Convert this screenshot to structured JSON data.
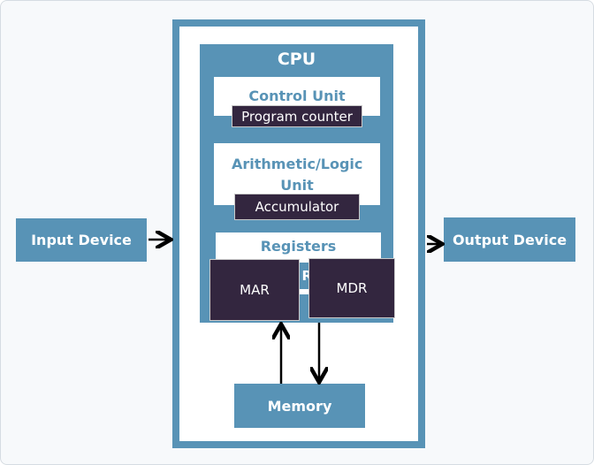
{
  "input_device": "Input Device",
  "output_device": "Output Device",
  "cpu": {
    "title": "CPU",
    "control_unit": "Control Unit",
    "program_counter": "Program counter",
    "alu": "Arithmetic/Logic Unit",
    "accumulator": "Accumulator",
    "registers": "Registers",
    "hidden_fragment": "R",
    "mar": "MAR",
    "mdr": "MDR"
  },
  "memory": "Memory",
  "colors": {
    "blue": "#5893b6",
    "dark": "#33263f"
  }
}
